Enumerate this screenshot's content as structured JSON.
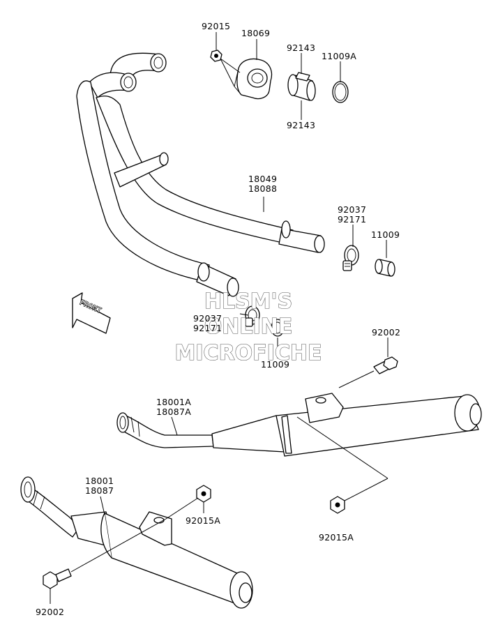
{
  "watermark": {
    "line1": "HLSM'S",
    "line2": "ONLINE",
    "line3": "MICROFICHE"
  },
  "front_marker": "FRONT",
  "callouts": {
    "p92015_top": "92015",
    "p18069": "18069",
    "p92143_top": "92143",
    "p11009A": "11009A",
    "p92143_bottom": "92143",
    "p18049": "18049",
    "p18088": "18088",
    "p92037_right": "92037",
    "p92171_right": "92171",
    "p11009_right": "11009",
    "p92037_center": "92037",
    "p92171_center": "92171",
    "p11009_center": "11009",
    "p92002_right": "92002",
    "p18001A": "18001A",
    "p18087A": "18087A",
    "p92015A_right": "92015A",
    "p18001": "18001",
    "p18087": "18087",
    "p92015A_left": "92015A",
    "p92002_left": "92002"
  }
}
